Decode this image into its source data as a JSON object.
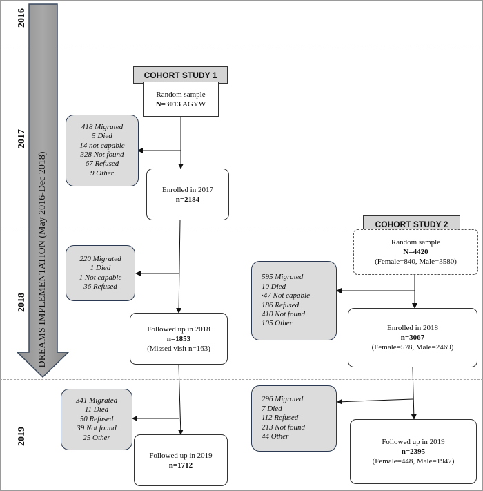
{
  "years": [
    "2016",
    "2017",
    "2018",
    "2019"
  ],
  "implementation_arrow": "DREAMS IMPLEMENTATION (May 2016-Dec 2018)",
  "cohort1": {
    "header": "COHORT STUDY 1",
    "random_sample": {
      "line1": "Random sample",
      "n": "N=3013",
      "n_suffix": " AGYW"
    },
    "exclusion_2017": [
      "418 Migrated",
      "5 Died",
      "14 not capable",
      "328 Not found",
      "67 Refused",
      "9 Other"
    ],
    "enrolled_2017": {
      "line1": "Enrolled in 2017",
      "n": "n=2184"
    },
    "exclusion_2018": [
      "220 Migrated",
      "1 Died",
      "1 Not capable",
      "36 Refused"
    ],
    "followed_2018": {
      "line1": "Followed up in 2018",
      "n": "n=1853",
      "line3": "(Missed visit n=163)"
    },
    "exclusion_2019": [
      "341 Migrated",
      "11 Died",
      "50 Refused",
      "39 Not found",
      "25 Other"
    ],
    "followed_2019": {
      "line1": "Followed up in 2019",
      "n": "n=1712"
    }
  },
  "cohort2": {
    "header": "COHORT STUDY 2",
    "random_sample": {
      "line1": "Random sample",
      "n": "N=4420",
      "line3": "(Female=840, Male=3580)"
    },
    "exclusion_2018": [
      "595 Migrated",
      "10 Died",
      "·47 Not capable",
      "186 Refused",
      "410 Not found",
      "105 Other"
    ],
    "enrolled_2018": {
      "line1": "Enrolled in 2018",
      "n": "n=3067",
      "line3": "(Female=578, Male=2469)"
    },
    "exclusion_2019": [
      "296 Migrated",
      "7 Died",
      "112 Refused",
      "213 Not found",
      "44 Other"
    ],
    "followed_2019": {
      "line1": "Followed up in 2019",
      "n": "n=2395",
      "line3": "(Female=448, Male=1947)"
    }
  }
}
